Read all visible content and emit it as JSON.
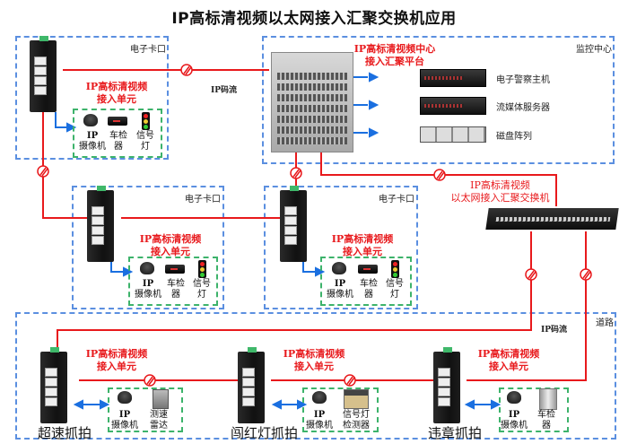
{
  "title": "IP高标清视频以太网接入汇聚交换机应用",
  "zones": {
    "checkpoint_1": "电子卡口",
    "checkpoint_2": "电子卡口",
    "checkpoint_3": "电子卡口",
    "monitor_center": "监控中心",
    "road": "道路"
  },
  "unit_label": {
    "line1": "IP高标清视频",
    "line2": "接入单元"
  },
  "center": {
    "label_line1": "IP高标清视频中心",
    "label_line2": "接入汇聚平台",
    "servers": [
      "电子警察主机",
      "流媒体服务器",
      "磁盘阵列"
    ]
  },
  "aggregation_switch": {
    "line1": "IP高标清视频",
    "line2": "以太网接入汇聚交换机"
  },
  "streams": {
    "top": "IP码流",
    "road": "IP码流"
  },
  "devices": {
    "ip_camera": {
      "line1": "IP",
      "line2": "摄像机"
    },
    "vehicle_detector": {
      "line1": "车检",
      "line2": "器"
    },
    "signal_light": {
      "line1": "信号",
      "line2": "灯"
    },
    "speed_radar": {
      "line1": "测速",
      "line2": "雷达"
    },
    "signal_detector": {
      "line1": "信号灯",
      "line2": "检测器"
    }
  },
  "road_captions": [
    "超速抓拍",
    "闯红灯抓拍",
    "违章抓拍"
  ],
  "colors": {
    "link": "#e8191c",
    "local_link": "#1a6fe0",
    "zone_border": "#5b8fe0",
    "device_group_border": "#3db36b"
  }
}
